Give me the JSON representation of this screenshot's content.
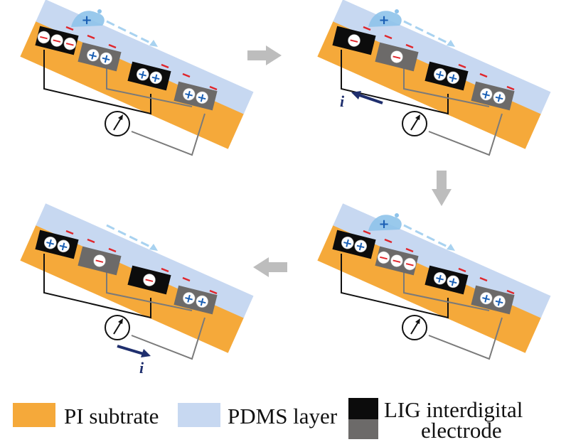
{
  "legend": {
    "pi": {
      "label": "PI subtrate",
      "color": "#f5a93a"
    },
    "pdms": {
      "label": "PDMS layer",
      "color": "#c7d8f1"
    },
    "lig": {
      "label_line1": "LIG interdigital",
      "label_line2": "electrode",
      "colors": [
        "#0c0c0c",
        "#6c6a69"
      ]
    }
  },
  "symbols": {
    "positive": "+",
    "negative": "−",
    "current": "i"
  },
  "colors": {
    "droplet": "#8ec3ea",
    "positive_sign": "#1a5fb4",
    "negative_sign": "#e0252b",
    "current_arrow": "#1f2f6e",
    "wire_black": "#111111",
    "wire_gray": "#7a7a7a",
    "flow_arrow": "#a8d2f0",
    "step_arrow": "#bdbdbd"
  },
  "icons": [
    "droplet-icon",
    "ammeter-icon",
    "step-arrow-icon",
    "current-arrow-icon",
    "flow-arrow-icon"
  ],
  "panels": [
    {
      "id": "top-left",
      "droplet_charge": "+",
      "electrodes": [
        {
          "color": "black",
          "charges": "---"
        },
        {
          "color": "gray",
          "charges": "++"
        },
        {
          "color": "black",
          "charges": "++"
        },
        {
          "color": "gray",
          "charges": "++"
        }
      ],
      "current": null
    },
    {
      "id": "top-right",
      "droplet_charge": "+",
      "electrodes": [
        {
          "color": "black",
          "charges": "-"
        },
        {
          "color": "gray",
          "charges": "-"
        },
        {
          "color": "black",
          "charges": "++"
        },
        {
          "color": "gray",
          "charges": "++"
        }
      ],
      "current": "left"
    },
    {
      "id": "bottom-right",
      "droplet_charge": "+",
      "electrodes": [
        {
          "color": "black",
          "charges": "++"
        },
        {
          "color": "gray",
          "charges": "---"
        },
        {
          "color": "black",
          "charges": "++"
        },
        {
          "color": "gray",
          "charges": "++"
        }
      ],
      "current": null
    },
    {
      "id": "bottom-left",
      "droplet_charge": "",
      "electrodes": [
        {
          "color": "black",
          "charges": "++"
        },
        {
          "color": "gray",
          "charges": "-"
        },
        {
          "color": "black",
          "charges": "-"
        },
        {
          "color": "gray",
          "charges": "++"
        }
      ],
      "current": "right"
    }
  ]
}
